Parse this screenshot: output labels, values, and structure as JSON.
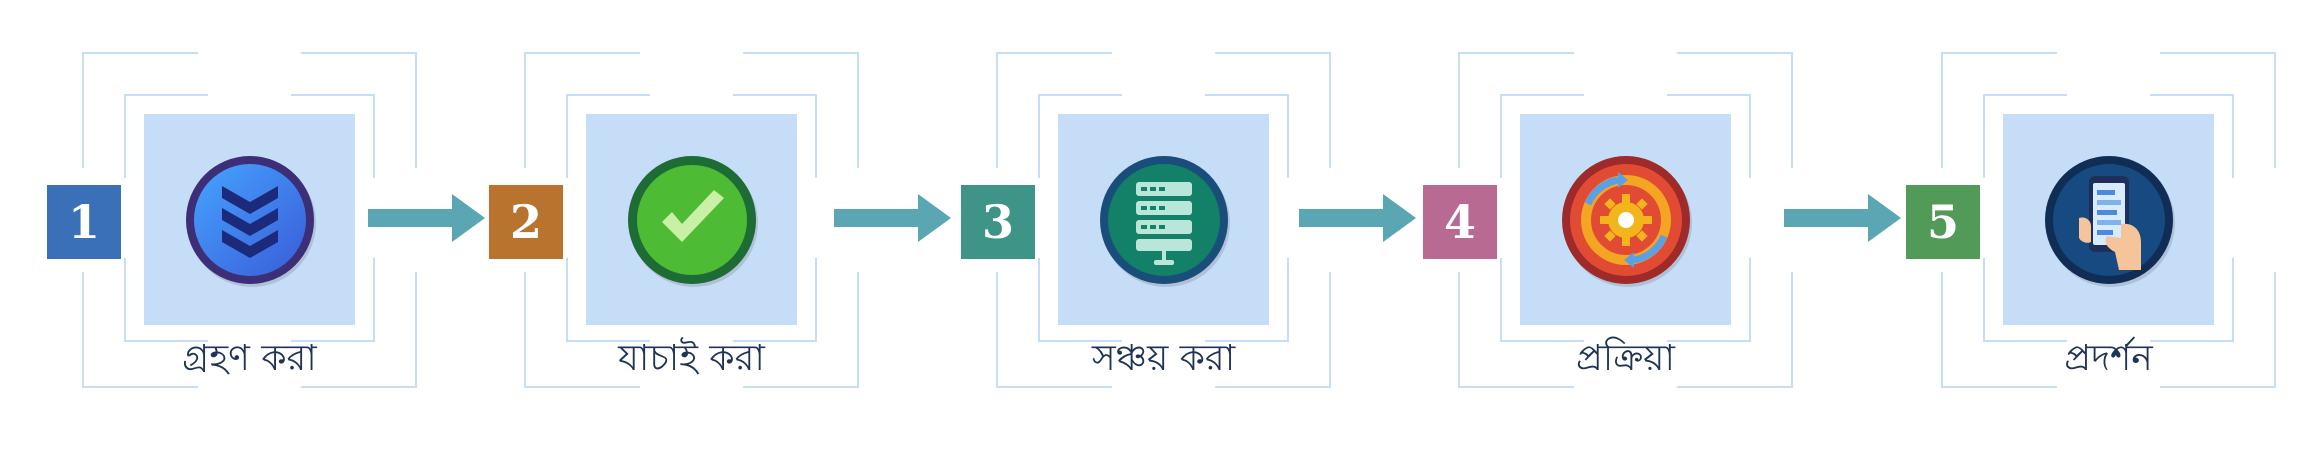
{
  "colors": {
    "frame": "#c6ddf7",
    "tile": "#c6ddf7",
    "arrow": "#5aa7b3",
    "label": "#1f3357"
  },
  "steps": [
    {
      "number": "1",
      "label": "গ্রহণ করা",
      "badge_color": "#3a70b8",
      "icon": "stacked-chevrons-icon"
    },
    {
      "number": "2",
      "label": "যাচাই করা",
      "badge_color": "#b8732e",
      "icon": "checkmark-icon"
    },
    {
      "number": "3",
      "label": "সঞ্চয় করা",
      "badge_color": "#3f9488",
      "icon": "server-icon"
    },
    {
      "number": "4",
      "label": "প্রক্রিয়া",
      "badge_color": "#b86a93",
      "icon": "gear-cycle-icon"
    },
    {
      "number": "5",
      "label": "প্রদর্শন",
      "badge_color": "#519a57",
      "icon": "phone-in-hand-icon"
    }
  ]
}
